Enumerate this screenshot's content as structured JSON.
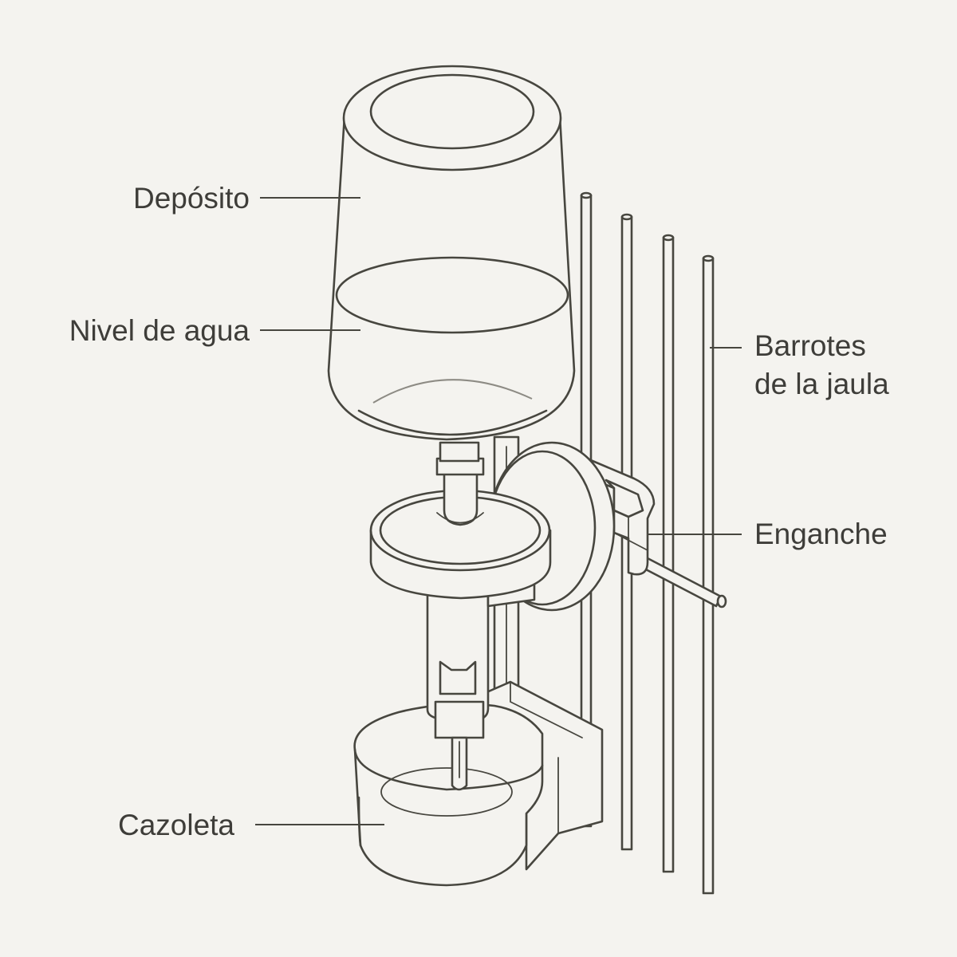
{
  "colors": {
    "background": "#f4f3ef",
    "line": "#47463f",
    "text": "#3e3d39"
  },
  "labels": {
    "deposito": "Depósito",
    "nivel": "Nivel de agua",
    "barrotes_1": "Barrotes",
    "barrotes_2": "de la jaula",
    "enganche": "Enganche",
    "cazoleta": "Cazoleta"
  }
}
